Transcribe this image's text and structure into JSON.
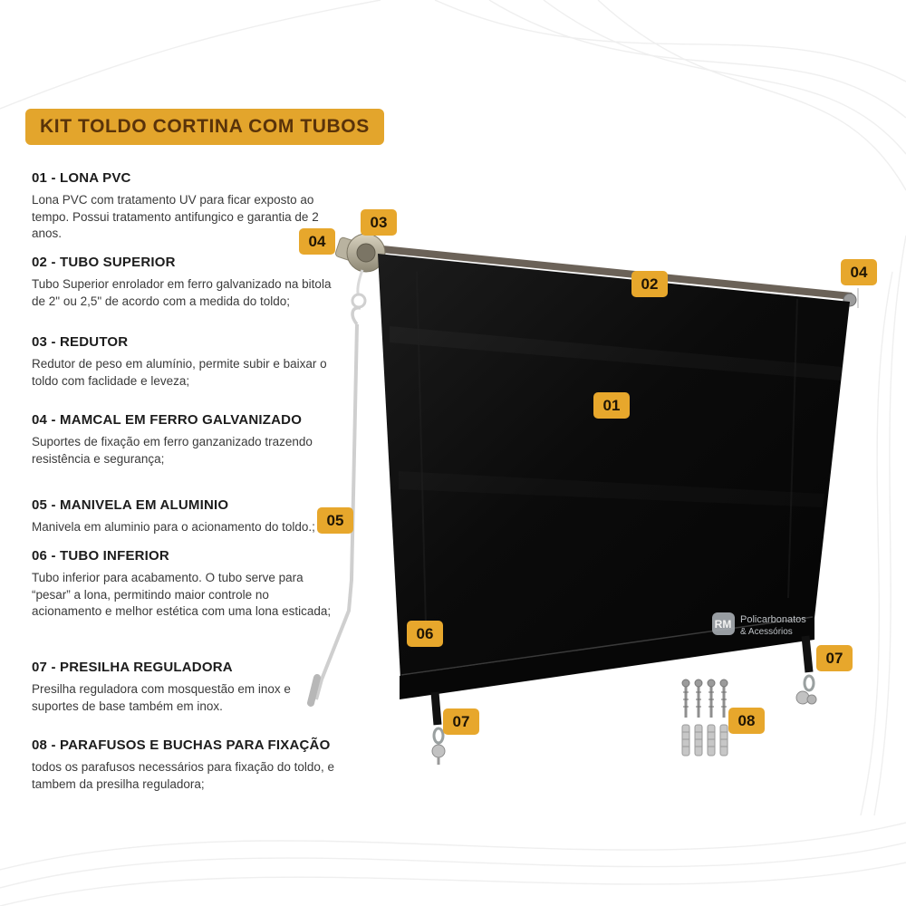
{
  "title": "KIT TOLDO CORTINA COM TUBOS",
  "features": [
    {
      "heading": "01 - LONA PVC",
      "body": "Lona PVC com tratamento UV para ficar exposto ao tempo. Possui tratamento antifungico e garantia de 2 anos."
    },
    {
      "heading": "02 - TUBO SUPERIOR",
      "body": "Tubo Superior enrolador em ferro galvanizado na bitola de 2\" ou 2,5\" de acordo com a medida do toldo;"
    },
    {
      "heading": "03 - REDUTOR",
      "body": "Redutor de peso em alumínio, permite subir e baixar o toldo com faclidade e leveza;"
    },
    {
      "heading": "04 - MAMCAL  EM FERRO GALVANIZADO",
      "body": "Suportes de fixação em ferro ganzanizado trazendo resistência e segurança;"
    },
    {
      "heading": "05 - MANIVELA EM ALUMINIO",
      "body": "Manivela em aluminio para o acionamento do toldo.;"
    },
    {
      "heading": "06 - TUBO INFERIOR",
      "body": "Tubo inferior para acabamento. O tubo serve para “pesar” a lona, permitindo maior controle no acionamento e melhor estética com uma lona esticada;"
    },
    {
      "heading": "07 - PRESILHA REGULADORA",
      "body": "Presilha reguladora com mosquestão em inox e suportes de base também em inox."
    },
    {
      "heading": "08 - PARAFUSOS E BUCHAS PARA FIXAÇÃO",
      "body": "todos os parafusos necessários para fixação do toldo, e tambem da presilha reguladora;"
    }
  ],
  "image_badges": [
    {
      "label": "03"
    },
    {
      "label": "04"
    },
    {
      "label": "02"
    },
    {
      "label": "04"
    },
    {
      "label": "01"
    },
    {
      "label": "05"
    },
    {
      "label": "06"
    },
    {
      "label": "07"
    },
    {
      "label": "07"
    },
    {
      "label": "08"
    }
  ],
  "watermark": {
    "logo": "RM",
    "line1": "Policarbonatos",
    "line2": "& Acessórios"
  },
  "colors": {
    "accent": "#E7A72C",
    "title_text": "#59330A",
    "badge_text": "#1F1505",
    "tarp": "#0C0C0C"
  }
}
